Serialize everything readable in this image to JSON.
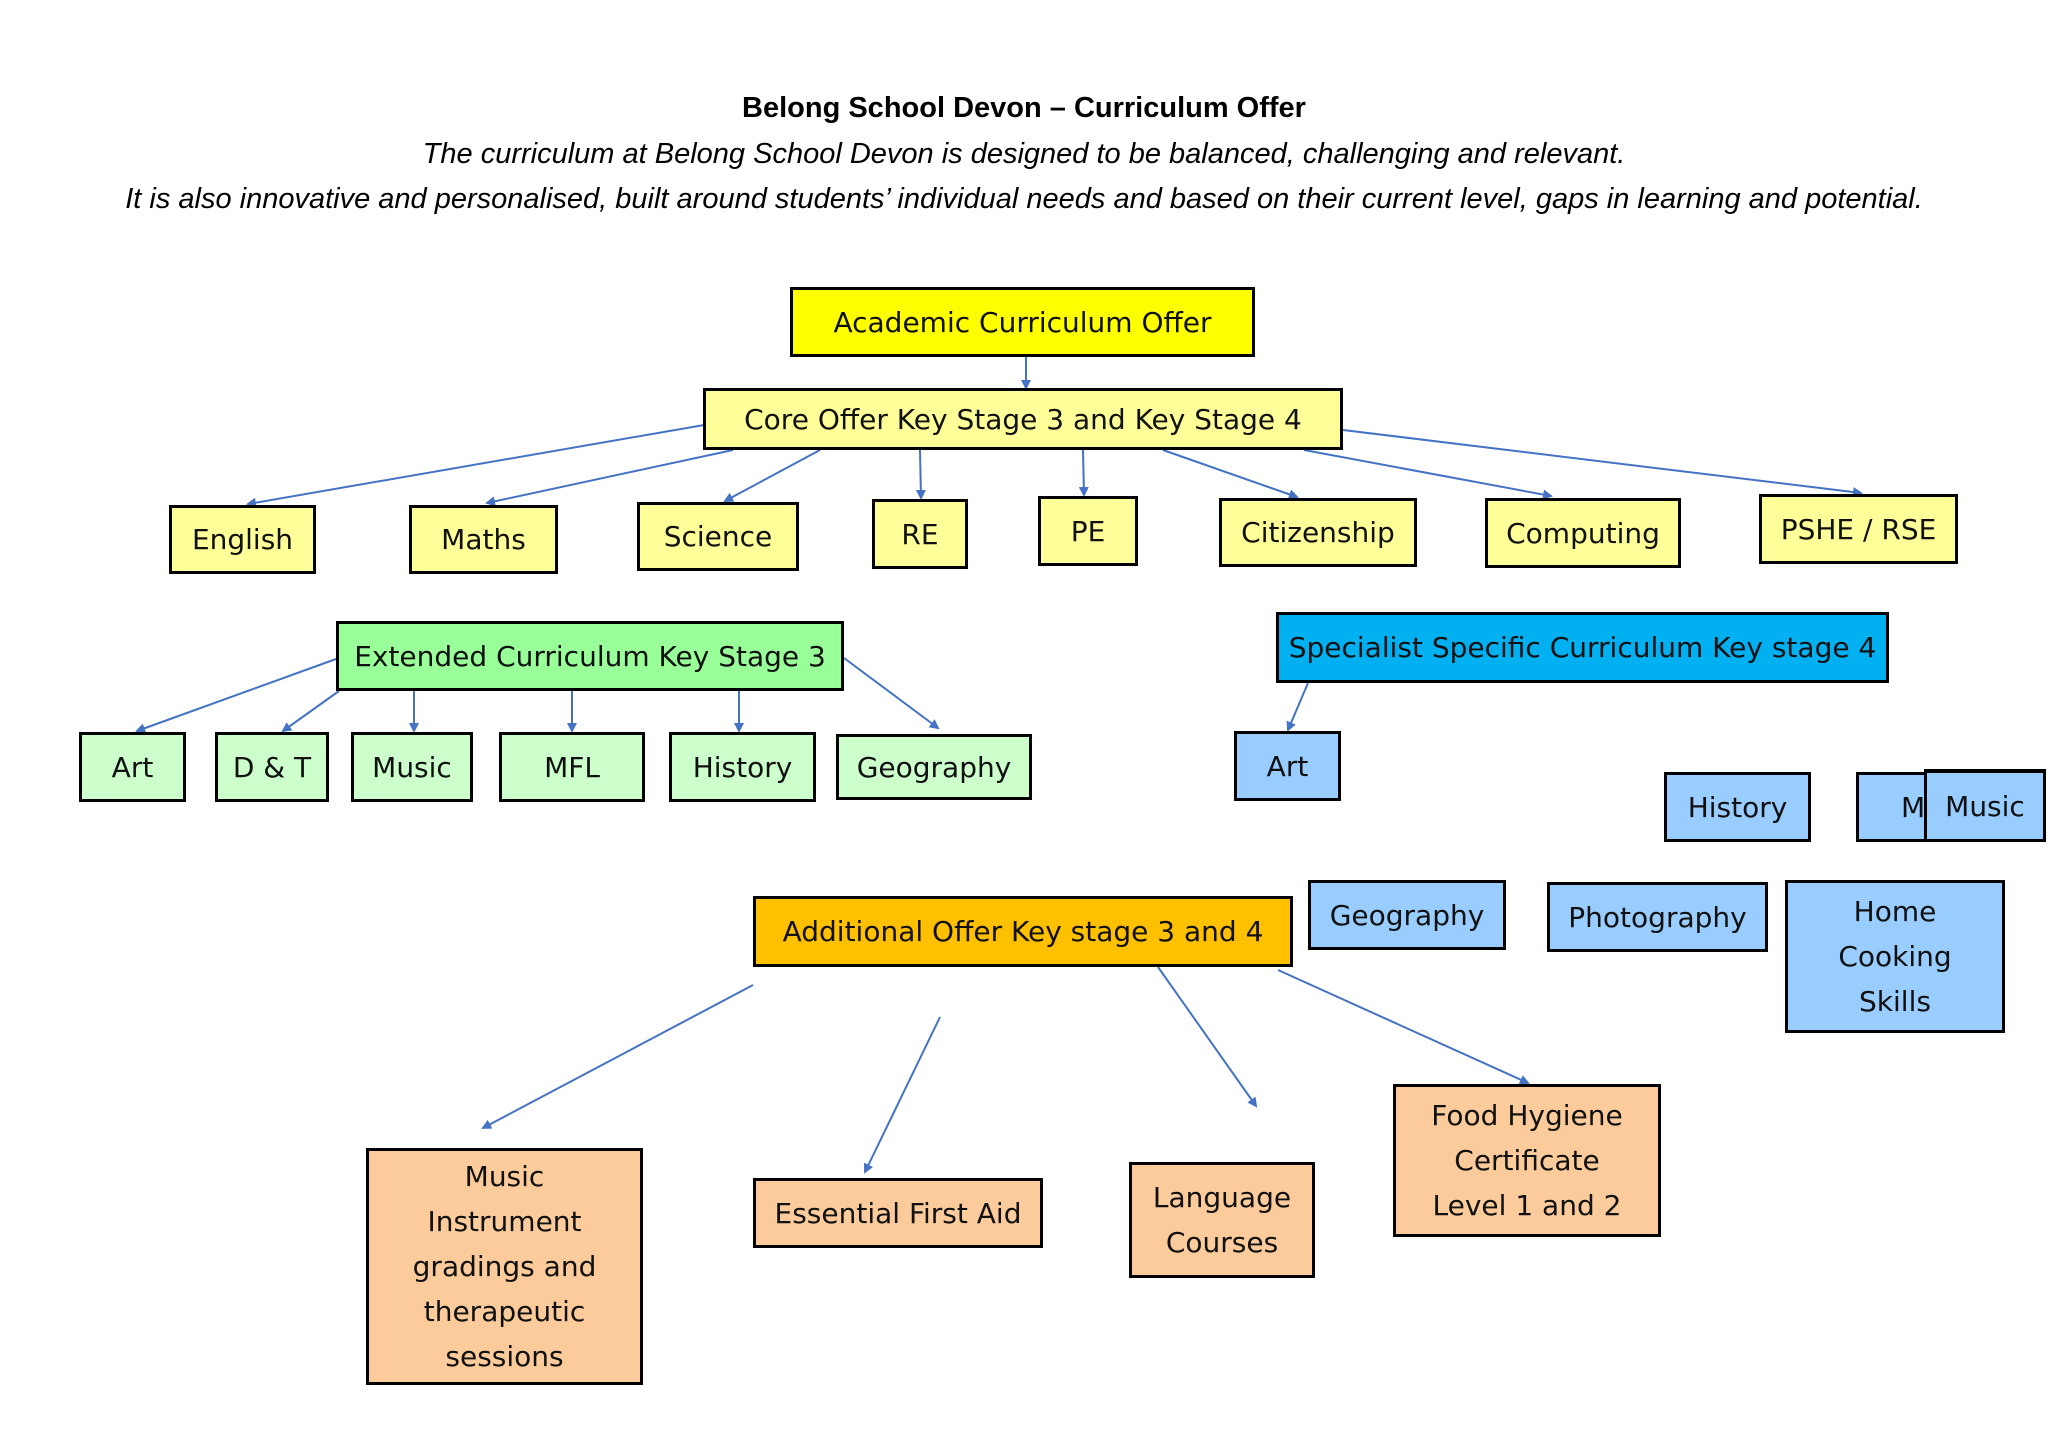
{
  "header": {
    "title": "Belong School Devon – Curriculum Offer",
    "line1": "The curriculum at Belong School Devon is designed to be balanced, challenging and relevant.",
    "line2": "It is also innovative and personalised, built around students’ individual needs and based on their current level, gaps in learning and potential."
  },
  "colors": {
    "academic": "#ffff00",
    "core": "#ffff99",
    "extended_header": "#99ff99",
    "extended_subjects": "#ccffcc",
    "specialist_header": "#00b0f0",
    "specialist_subjects": "#99ccff",
    "additional_header": "#ffc000",
    "additional_items": "#fbcb9c",
    "arrow": "#4472c4"
  },
  "academic": {
    "label": "Academic Curriculum Offer"
  },
  "core": {
    "label": "Core Offer Key Stage 3 and Key Stage 4",
    "subjects": [
      "English",
      "Maths",
      "Science",
      "RE",
      "PE",
      "Citizenship",
      "Computing",
      "PSHE / RSE"
    ]
  },
  "extended": {
    "label": "Extended Curriculum Key Stage 3",
    "subjects": [
      "Art",
      "D & T",
      "Music",
      "MFL",
      "History",
      "Geography"
    ]
  },
  "specialist": {
    "label": "Specialist Specific Curriculum Key stage 4",
    "subjects": [
      "Art",
      "History",
      "M",
      "Music",
      "Geography",
      "Photography",
      "Home Cooking Skills"
    ]
  },
  "additional": {
    "label": "Additional Offer Key stage 3 and 4",
    "items": [
      "Music Instrument gradings and therapeutic sessions",
      "Essential First Aid",
      "Language Courses",
      "Food Hygiene Certificate Level 1 and 2"
    ]
  }
}
